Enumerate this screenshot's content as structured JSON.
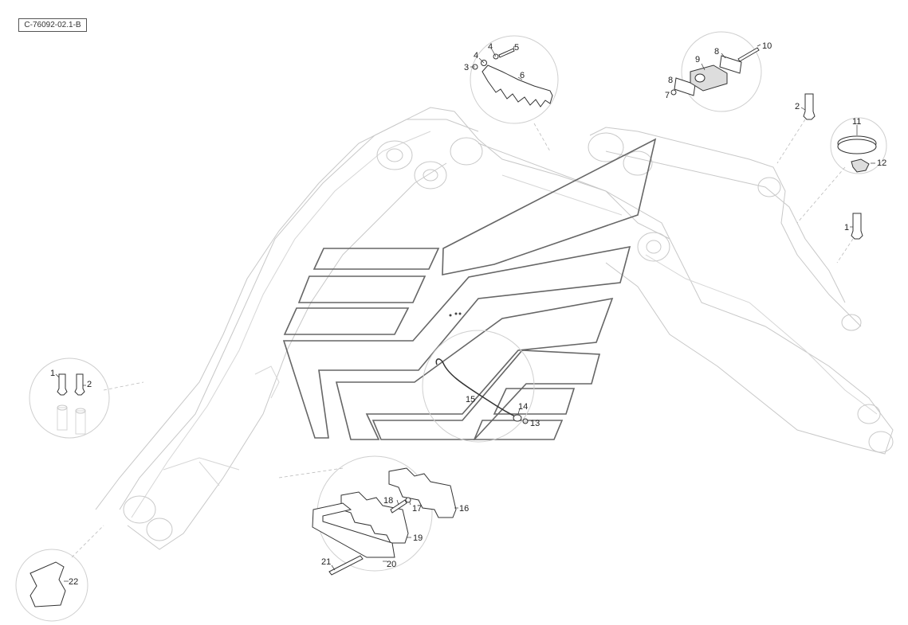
{
  "drawing_code": "C-76092-02.1-B",
  "callouts": {
    "c1a": "1",
    "c1b": "1",
    "c2a": "2",
    "c2b": "2",
    "c3": "3",
    "c4a": "4",
    "c4b": "4",
    "c5": "5",
    "c6": "6",
    "c7": "7",
    "c8a": "8",
    "c8b": "8",
    "c9": "9",
    "c10": "10",
    "c11": "11",
    "c12": "12",
    "c13": "13",
    "c14": "14",
    "c15": "15",
    "c16": "16",
    "c17": "17",
    "c18": "18",
    "c19": "19",
    "c20": "20",
    "c21": "21",
    "c22": "22"
  }
}
